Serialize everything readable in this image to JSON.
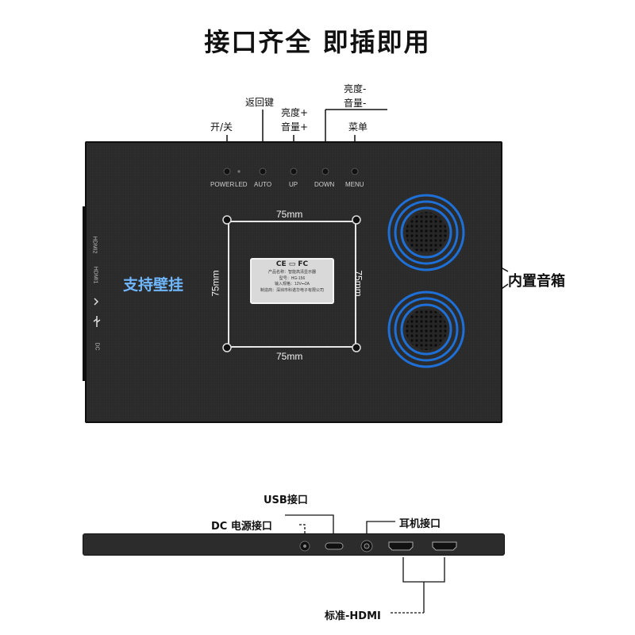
{
  "title": "接口齐全  即插即用",
  "callouts": {
    "power": "开/关",
    "back": "返回键",
    "bright_up_1": "亮度+",
    "bright_up_2": "音量+",
    "bright_down_1": "亮度-",
    "bright_down_2": "音量-",
    "menu": "菜单"
  },
  "buttons": {
    "power": "POWER",
    "led": "LED",
    "auto": "AUTO",
    "up": "UP",
    "down": "DOWN",
    "menu": "MENU"
  },
  "side_ports": {
    "hdmi2": "HDMI2",
    "hdmi1": "HDMI1",
    "dc": "DC"
  },
  "vesa": {
    "top": "75mm",
    "bottom": "75mm",
    "left": "75mm",
    "right": "75mm"
  },
  "plate": {
    "line1": "产品名称：智能高清显示器",
    "line2": "型号：HG-156",
    "line3": "输入规格：12V⎓2A",
    "line4": "制造商：深圳市科诺华电子有限公司"
  },
  "wall_mount": "支持壁挂",
  "speaker_label": "内置音箱",
  "bottom_labels": {
    "usb": "USB接口",
    "dc": "DC 电源接口",
    "earphone": "耳机接口",
    "hdmi": "标准-HDMI"
  },
  "colors": {
    "panel": "#2a2a2a",
    "speaker_ring": "#1e6fd6",
    "wall_text": "#6fb7ff"
  }
}
